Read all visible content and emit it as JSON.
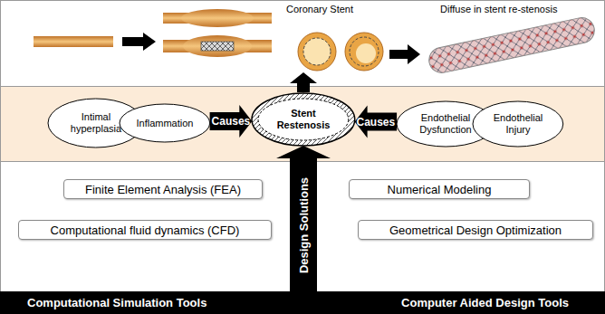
{
  "diagram": {
    "nodes": [
      {
        "text": [
          "Intimal hyperplasia"
        ]
      },
      {
        "text": [
          "Inflammation"
        ]
      },
      {
        "text": [
          "Stent Restenosis"
        ]
      },
      {
        "text": [
          "Endothelial Dysfunction"
        ]
      },
      {
        "text": [
          "Endothelial Injury"
        ]
      },
      {
        "text": [
          "Finite Element Analysis (FEA)"
        ]
      },
      {
        "text": [
          "Numerical Modeling"
        ]
      },
      {
        "text": [
          "Computational fluid dynamics (CFD)"
        ]
      },
      {
        "text": [
          "Geometrical Design Optimization"
        ]
      },
      {
        "text": [
          "Computational Simulation Tools",
          "Computer Aided Design Tools"
        ]
      }
    ],
    "edges": [
      {
        "from": 1,
        "to": 2,
        "label": "Causes",
        "arrow": "to"
      },
      {
        "from": 3,
        "to": 2,
        "label": "Causes",
        "arrow": "to"
      },
      {
        "from": 9,
        "to": 2,
        "label": "Design Solutions",
        "arrow": "to"
      }
    ],
    "labels": [
      "Coronary Stent",
      "Diffuse in stent re-stenosis"
    ]
  }
}
